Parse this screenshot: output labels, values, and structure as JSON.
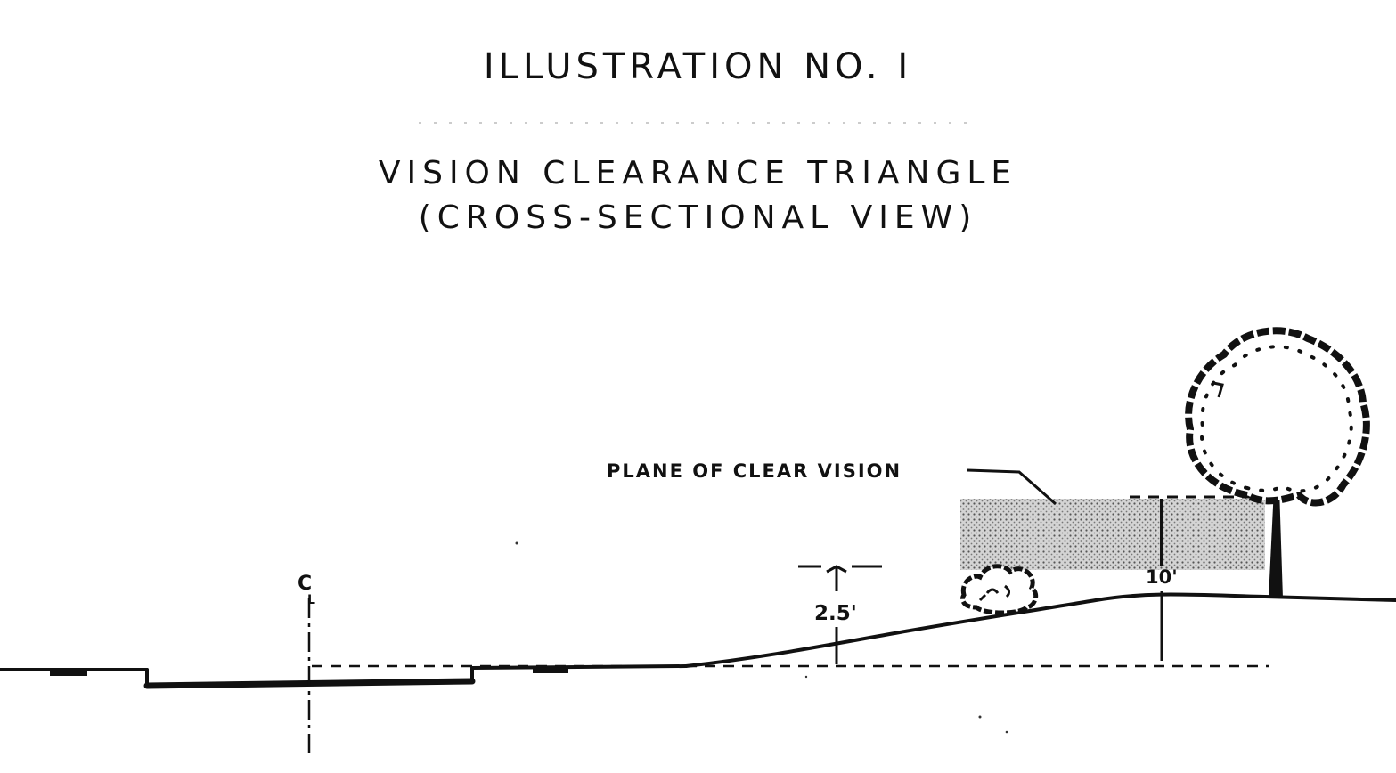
{
  "document": {
    "title": "ILLUSTRATION NO. I",
    "subtitle_line1": "VISION CLEARANCE TRIANGLE",
    "subtitle_line2": "(CROSS-SECTIONAL VIEW)"
  },
  "diagram": {
    "centerline_symbol": "C",
    "centerline_subscript": "L",
    "plane_label": "PLANE OF CLEAR VISION",
    "low_dimension_label": "2.5'",
    "high_dimension_label": "10'"
  },
  "colors": {
    "ink": "#111111",
    "paper": "#ffffff",
    "plane_fill": "#bdbdbd"
  },
  "icons": [
    "tree-icon",
    "shrub-icon"
  ]
}
